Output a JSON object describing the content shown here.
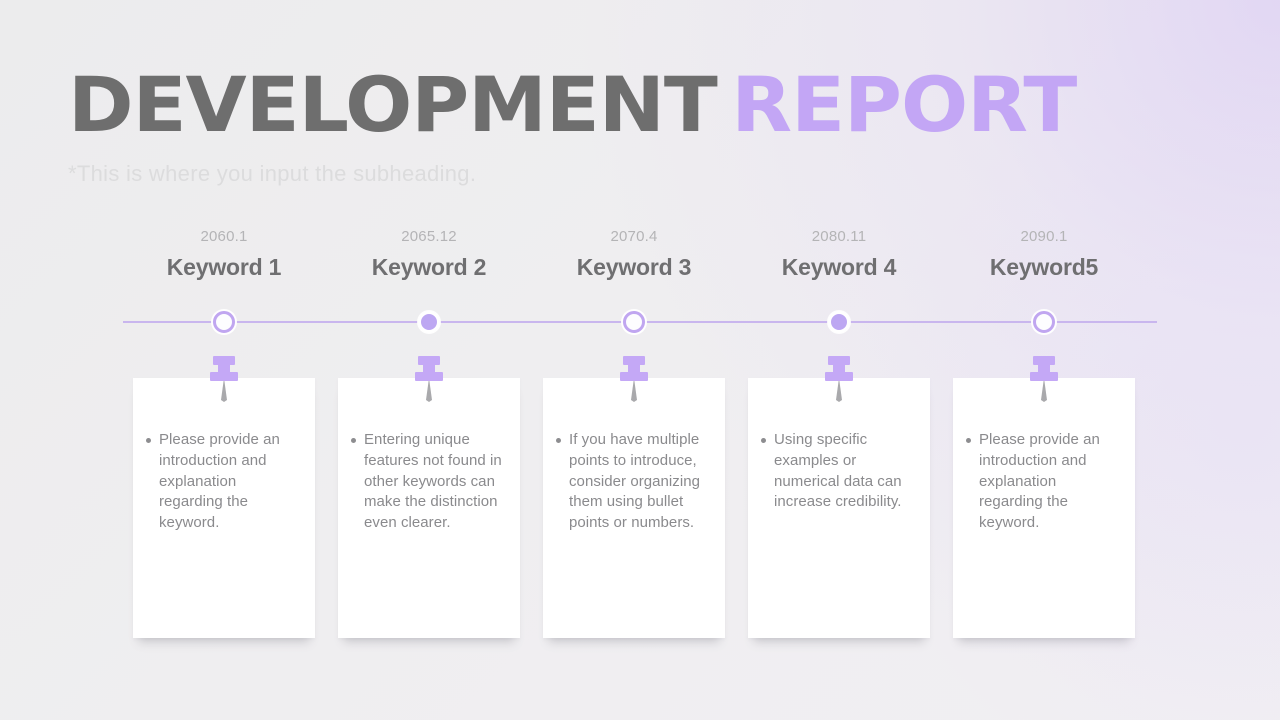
{
  "header": {
    "title_dark": "DEVELOPMENT",
    "title_accent": "REPORT",
    "subheading": "*This is where you input the subheading."
  },
  "theme": {
    "accent": "#c3a6f5",
    "marker_line": "#c9b6ee",
    "title_dark_color": "#6e6e6e",
    "keyword_color": "#6f6f71",
    "date_color": "#b4b4b6",
    "body_text_color": "#8a8a8d",
    "card_bg": "#ffffff",
    "background": "#ececed"
  },
  "timeline": {
    "items": [
      {
        "date": "2060.1",
        "keyword": "Keyword 1",
        "marker": "hollow",
        "body": "Please provide an introduction and explanation regarding the keyword."
      },
      {
        "date": "2065.12",
        "keyword": "Keyword 2",
        "marker": "filled",
        "body": "Entering unique features not found in other keywords can make the distinction even clearer."
      },
      {
        "date": "2070.4",
        "keyword": "Keyword 3",
        "marker": "hollow",
        "body": "If you have multiple points to introduce, consider organizing them using bullet points or numbers."
      },
      {
        "date": "2080.11",
        "keyword": "Keyword 4",
        "marker": "filled",
        "body": "Using specific examples or numerical data can increase credibility."
      },
      {
        "date": "2090.1",
        "keyword": "Keyword5",
        "marker": "hollow",
        "body": "Please provide an introduction and explanation regarding the keyword."
      }
    ]
  },
  "icons": {
    "pin": "push-pin-icon"
  }
}
